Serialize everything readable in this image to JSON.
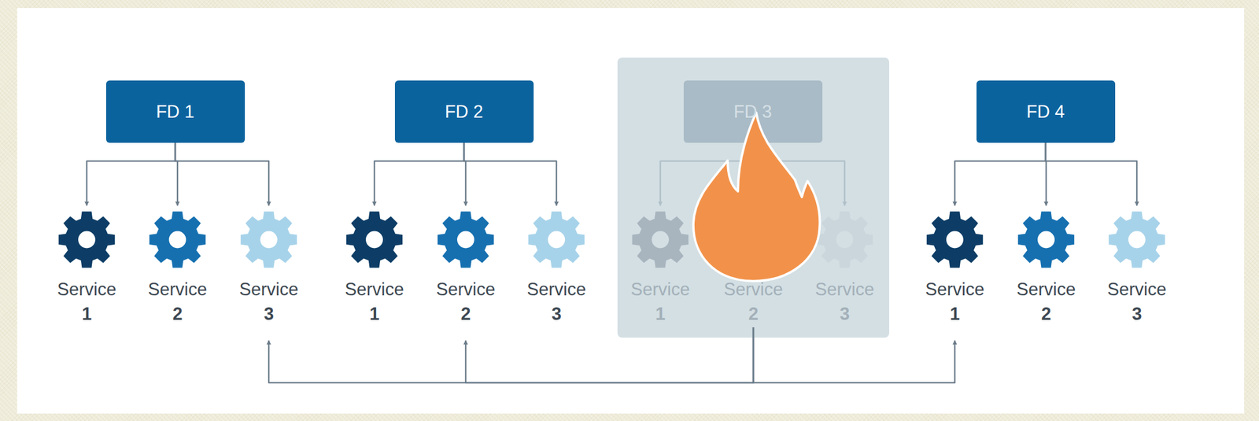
{
  "diagram": {
    "nodes": [
      {
        "text": [
          "FD 1"
        ]
      },
      {
        "text": [
          "FD 2"
        ]
      },
      {
        "text": [
          "FD 3"
        ]
      },
      {
        "text": [
          "FD 4"
        ]
      },
      {
        "text": [
          "Service",
          "1"
        ]
      },
      {
        "text": [
          "Service",
          "2"
        ]
      },
      {
        "text": [
          "Service",
          "3"
        ]
      },
      {
        "text": [
          "Service",
          "1"
        ]
      },
      {
        "text": [
          "Service",
          "2"
        ]
      },
      {
        "text": [
          "Service",
          "3"
        ]
      },
      {
        "text": [
          "Service",
          "1"
        ]
      },
      {
        "text": [
          "Service",
          "2"
        ]
      },
      {
        "text": [
          "Service",
          "3"
        ]
      },
      {
        "text": [
          "Service",
          "1"
        ]
      },
      {
        "text": [
          "Service",
          "2"
        ]
      },
      {
        "text": [
          "Service",
          "3"
        ]
      }
    ],
    "edges": [
      {
        "from": 0,
        "to": 4,
        "arrow": "to"
      },
      {
        "from": 0,
        "to": 5,
        "arrow": "to"
      },
      {
        "from": 0,
        "to": 6,
        "arrow": "to"
      },
      {
        "from": 1,
        "to": 7,
        "arrow": "to"
      },
      {
        "from": 1,
        "to": 8,
        "arrow": "to"
      },
      {
        "from": 1,
        "to": 9,
        "arrow": "to"
      },
      {
        "from": 2,
        "to": 10,
        "arrow": "to"
      },
      {
        "from": 2,
        "to": 11,
        "arrow": "to"
      },
      {
        "from": 2,
        "to": 12,
        "arrow": "to"
      },
      {
        "from": 3,
        "to": 13,
        "arrow": "to"
      },
      {
        "from": 3,
        "to": 14,
        "arrow": "to"
      },
      {
        "from": 3,
        "to": 15,
        "arrow": "to"
      },
      {
        "from": 11,
        "to": 6,
        "arrow": "to"
      },
      {
        "from": 11,
        "to": 8,
        "arrow": "to"
      },
      {
        "from": 11,
        "to": 13,
        "arrow": "to"
      }
    ]
  }
}
